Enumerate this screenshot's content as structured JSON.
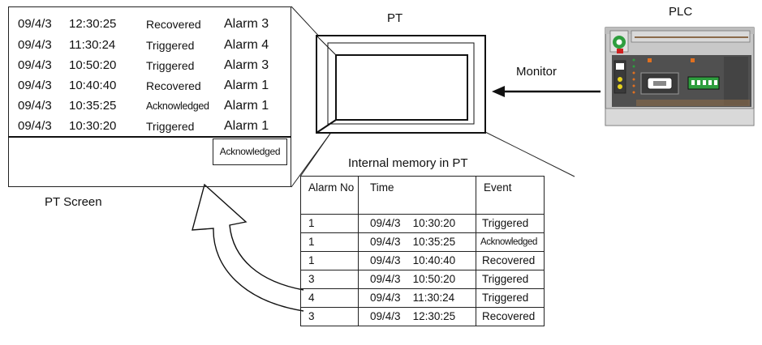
{
  "pt_screen": {
    "label": "PT Screen",
    "alarm_rows": [
      {
        "date": "09/4/3",
        "time": "12:30:25",
        "event": "Recovered",
        "alarm": "Alarm 3"
      },
      {
        "date": "09/4/3",
        "time": "11:30:24",
        "event": "Triggered",
        "alarm": "Alarm 4"
      },
      {
        "date": "09/4/3",
        "time": "10:50:20",
        "event": "Triggered",
        "alarm": "Alarm 3"
      },
      {
        "date": "09/4/3",
        "time": "10:40:40",
        "event": "Recovered",
        "alarm": "Alarm 1"
      },
      {
        "date": "09/4/3",
        "time": "10:35:25",
        "event": "Acknowledged",
        "alarm": "Alarm 1"
      },
      {
        "date": "09/4/3",
        "time": "10:30:20",
        "event": "Triggered",
        "alarm": "Alarm 1"
      }
    ],
    "ack_button": "Acknowledged"
  },
  "pt": {
    "label": "PT"
  },
  "plc": {
    "label": "PLC"
  },
  "monitor": {
    "label": "Monitor"
  },
  "internal_memory": {
    "title": "Internal memory in PT",
    "headers": [
      "Alarm No",
      "Time",
      "Event"
    ],
    "rows": [
      {
        "alarm_no": "1",
        "date": "09/4/3",
        "time": "10:30:20",
        "event": "Triggered"
      },
      {
        "alarm_no": "1",
        "date": "09/4/3",
        "time": "10:35:25",
        "event": "Acknowledged"
      },
      {
        "alarm_no": "1",
        "date": "09/4/3",
        "time": "10:40:40",
        "event": "Recovered"
      },
      {
        "alarm_no": "3",
        "date": "09/4/3",
        "time": "10:50:20",
        "event": "Triggered"
      },
      {
        "alarm_no": "4",
        "date": "09/4/3",
        "time": "11:30:24",
        "event": "Triggered"
      },
      {
        "alarm_no": "3",
        "date": "09/4/3",
        "time": "12:30:25",
        "event": "Recovered"
      }
    ]
  },
  "colors": {
    "plc_body": "#c8c8c8",
    "plc_dark": "#555555",
    "plc_led": "#e07020",
    "plc_green": "#2e9e3e",
    "plc_red": "#d02020",
    "plc_yellow": "#e6d21e"
  }
}
